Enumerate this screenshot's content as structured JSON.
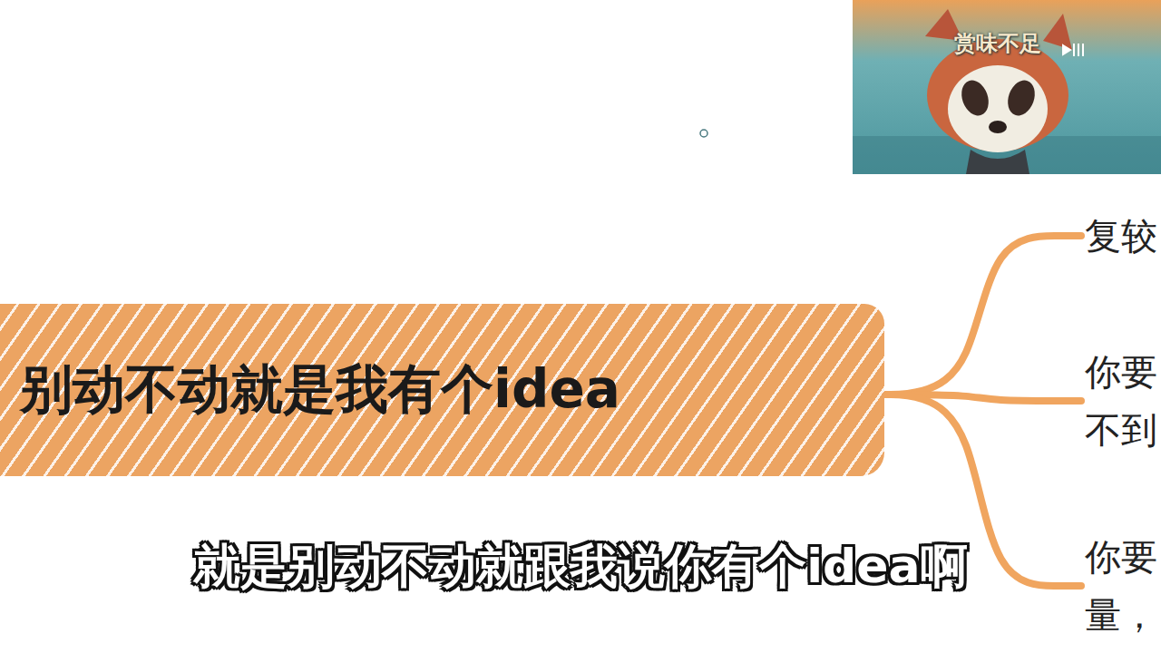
{
  "diagram": {
    "nodes": [
      {
        "text": [
          "别动不动就是我有个idea"
        ]
      },
      {
        "text": [
          "复较"
        ]
      },
      {
        "text": [
          "你要 不到"
        ]
      },
      {
        "text": [
          "你要 量，"
        ]
      }
    ],
    "edges": [
      {
        "from": 0,
        "to": 1,
        "arrow": "none"
      },
      {
        "from": 0,
        "to": 2,
        "arrow": "none"
      },
      {
        "from": 0,
        "to": 3,
        "arrow": "none"
      }
    ],
    "labels": [
      "赏味不足",
      "就是别动不动就跟我说你有个idea啊"
    ]
  }
}
